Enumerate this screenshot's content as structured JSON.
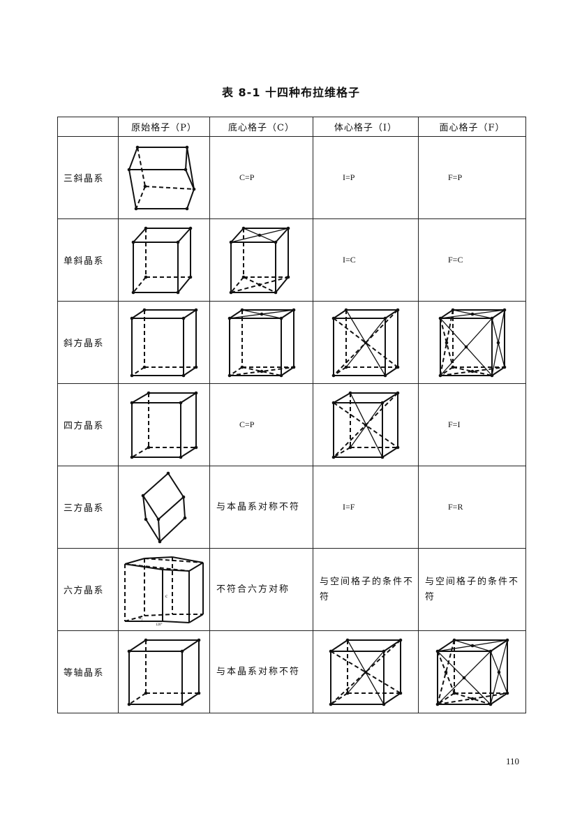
{
  "title": "表 8-1   十四种布拉维格子",
  "table": {
    "headers": [
      "",
      "原始格子（P）",
      "底心格子（C）",
      "体心格子（I）",
      "面心格子（F）"
    ],
    "rows": [
      {
        "system": "三斜晶系",
        "C": "C=P",
        "I": "I=P",
        "F": "F=P"
      },
      {
        "system": "单斜晶系",
        "I": "I=C",
        "F": "F=C"
      },
      {
        "system": "斜方晶系"
      },
      {
        "system": "四方晶系",
        "C": "C=P",
        "F": "F=I"
      },
      {
        "system": "三方晶系",
        "C": "与本晶系对称不符",
        "I": "I=F",
        "F": "F=R"
      },
      {
        "system": "六方晶系",
        "C": "不符合六方对称",
        "I": "与空间格子的条件不符",
        "F": "与空间格子的条件不符"
      },
      {
        "system": "等轴晶系",
        "C": "与本晶系对称不符"
      }
    ]
  },
  "hex_labels": {
    "c": "c",
    "a": "a₁",
    "angle": "120°"
  },
  "page_number": "110"
}
